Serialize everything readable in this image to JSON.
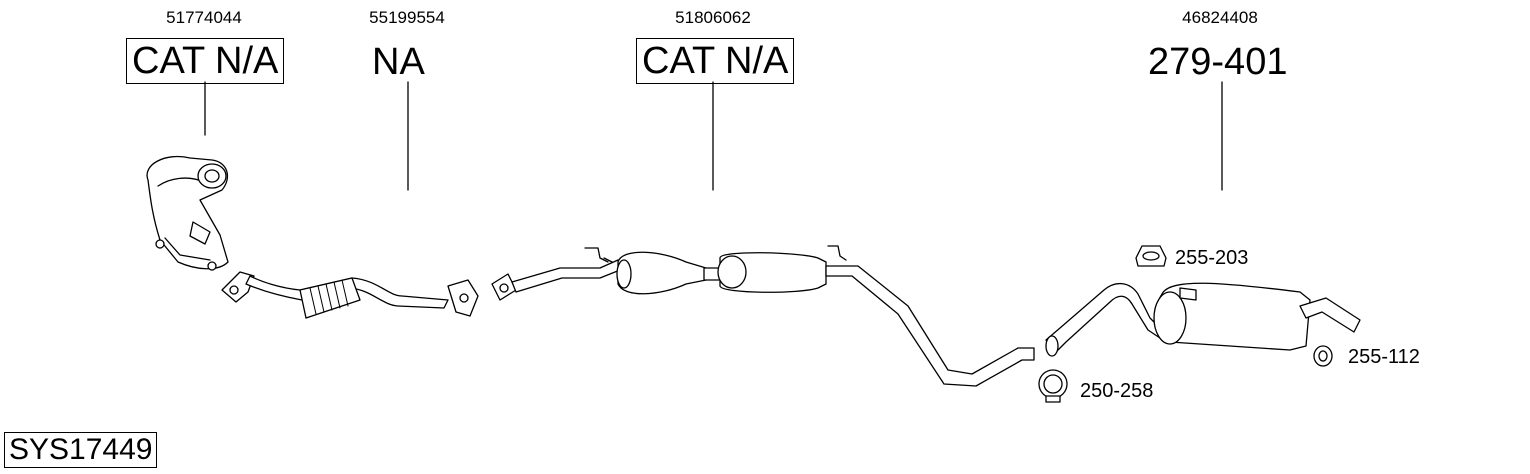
{
  "system_code": "SYS17449",
  "parts": [
    {
      "oe": "51774044",
      "ref": "CAT N/A",
      "boxed": true
    },
    {
      "oe": "55199554",
      "ref": "NA",
      "boxed": false
    },
    {
      "oe": "51806062",
      "ref": "CAT N/A",
      "boxed": true
    },
    {
      "oe": "46824408",
      "ref": "279-401",
      "boxed": false
    }
  ],
  "accessories": [
    {
      "code": "255-203",
      "icon": "rubber-hanger-icon"
    },
    {
      "code": "255-112",
      "icon": "rubber-ring-icon"
    },
    {
      "code": "250-258",
      "icon": "pipe-clamp-icon"
    }
  ]
}
